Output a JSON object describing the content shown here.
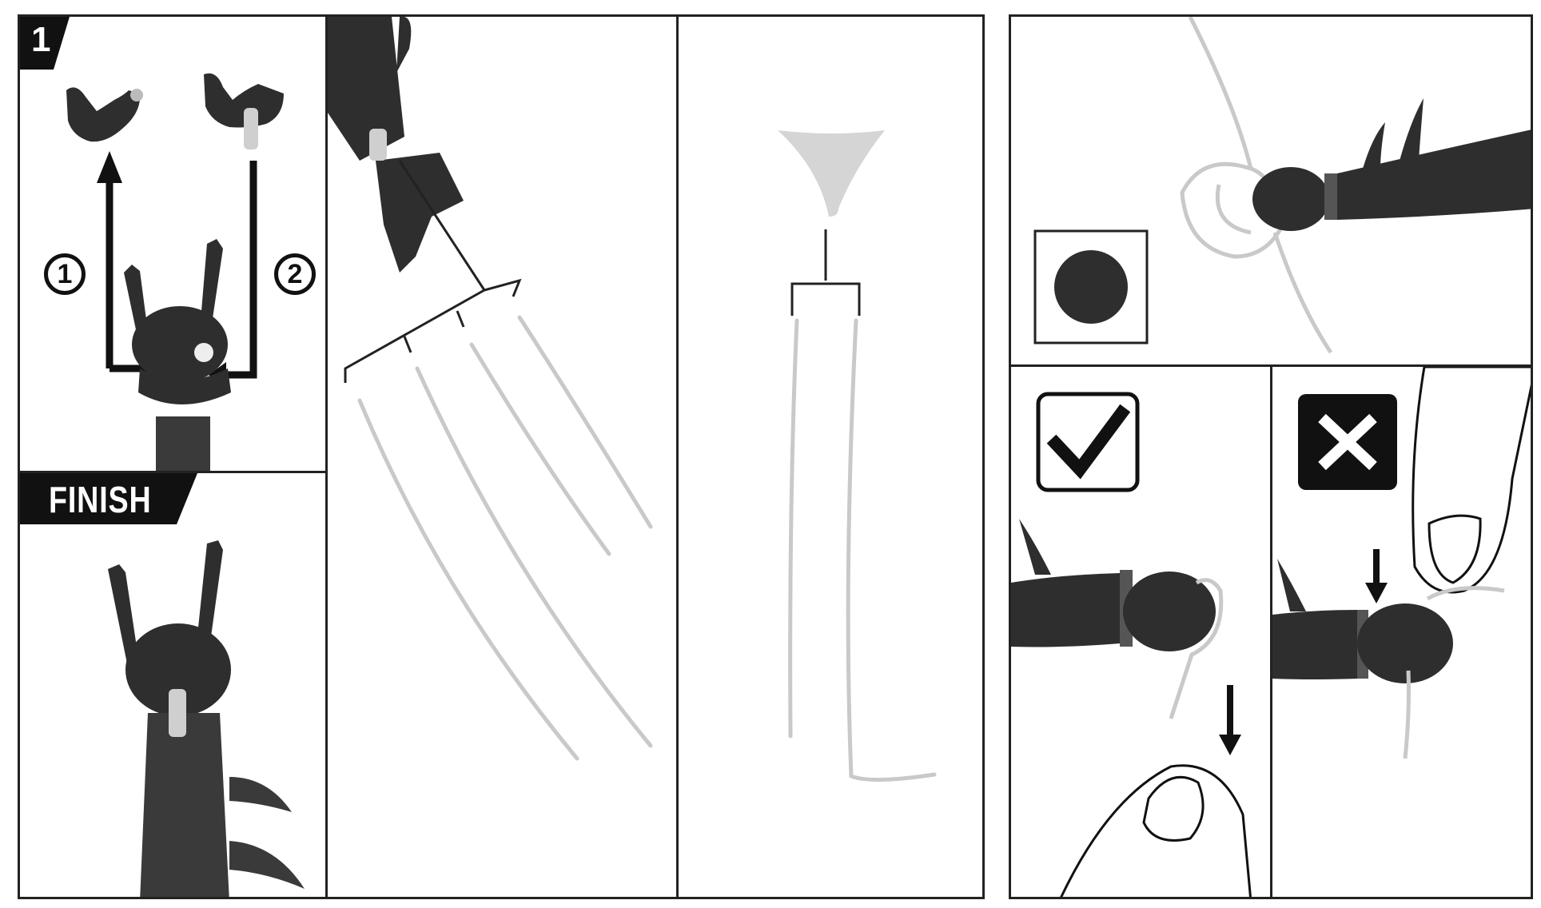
{
  "step": {
    "number": "1"
  },
  "finish": {
    "label": "FINISH"
  },
  "arrows": {
    "first": "1",
    "second": "2"
  },
  "icons": {
    "check": "check-icon",
    "cross": "cross-icon",
    "down_arrow": "down-arrow-icon"
  },
  "colors": {
    "ink": "#111111",
    "figure": "#2e2e2e",
    "web": "#c9c9c9",
    "border": "#222222"
  }
}
